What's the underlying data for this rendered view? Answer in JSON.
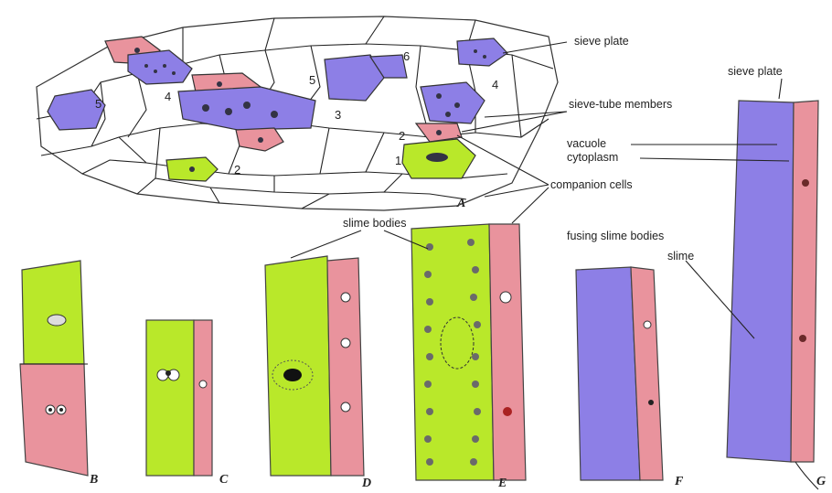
{
  "colors": {
    "purple": "#8d7fe6",
    "pink": "#e9939d",
    "green": "#b9e82a",
    "wall": "#ffffff",
    "outline": "#333333"
  },
  "labels": {
    "sieve_plate_1": "sieve plate",
    "sieve_plate_2": "sieve plate",
    "sieve_tube_members": "sieve-tube members",
    "vacuole": "vacuole",
    "cytoplasm": "cytoplasm",
    "companion_cells": "companion cells",
    "slime_bodies": "slime bodies",
    "fusing_slime_bodies": "fusing slime bodies",
    "slime": "slime"
  },
  "cross_section_numbers": [
    "1",
    "2",
    "2",
    "3",
    "4",
    "4",
    "5",
    "5",
    "6"
  ],
  "panel_letters": [
    "A",
    "B",
    "C",
    "D",
    "E",
    "F",
    "G"
  ]
}
